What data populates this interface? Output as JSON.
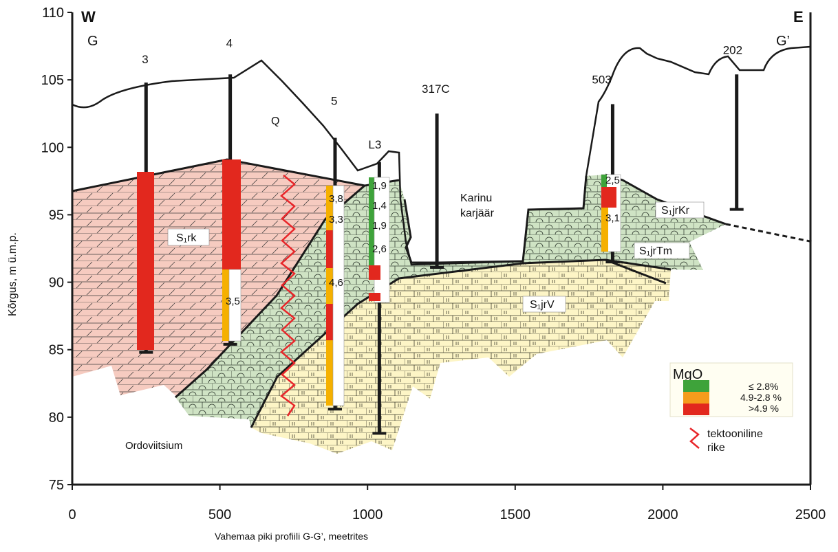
{
  "title_markers": {
    "west": "W",
    "east": "E",
    "profile_start": "G",
    "profile_end": "G’"
  },
  "axes": {
    "ylabel": "Kõrgus, m ü.m.p.",
    "xlabel": "Vahemaa piki profiili G-G’, meetrites",
    "y_ticks": [
      "110",
      "105",
      "100",
      "95",
      "90",
      "85",
      "80",
      "75"
    ],
    "x_ticks": [
      "0",
      "500",
      "1000",
      "1500",
      "2000",
      "2500"
    ],
    "x_range": [
      0,
      2500
    ],
    "y_range": [
      75,
      110
    ]
  },
  "wells": [
    {
      "id": "3",
      "x_m": 250,
      "top_m": 104.8,
      "bottom_m": 84.8
    },
    {
      "id": "4",
      "x_m": 535,
      "top_m": 105.4,
      "bottom_m": 85.4
    },
    {
      "id": "5",
      "x_m": 890,
      "top_m": 100.7,
      "bottom_m": 80.6
    },
    {
      "id": "L3",
      "x_m": 1040,
      "top_m": 98.9,
      "bottom_m": 78.8
    },
    {
      "id": "317C",
      "x_m": 1235,
      "top_m": 102.5,
      "bottom_m": 91.1
    },
    {
      "id": "503",
      "x_m": 1830,
      "top_m": 103.2,
      "bottom_m": 91.5
    },
    {
      "id": "202",
      "x_m": 2250,
      "top_m": 105.4,
      "bottom_m": 95.4
    }
  ],
  "mgo_values": [
    {
      "text": "3,5",
      "well": "4",
      "depth": 88.0
    },
    {
      "text": "3,8",
      "well": "5",
      "depth": 96.0
    },
    {
      "text": "3,3",
      "well": "5",
      "depth": 94.5
    },
    {
      "text": "4,6",
      "well": "5",
      "depth": 89.0
    },
    {
      "text": "1,9",
      "well": "L3",
      "depth": 97.0
    },
    {
      "text": "1,4",
      "well": "L3",
      "depth": 95.5
    },
    {
      "text": "1,9",
      "well": "L3",
      "depth": 94.0
    },
    {
      "text": "2,6",
      "well": "L3",
      "depth": 92.3
    },
    {
      "text": "2,5",
      "well": "503",
      "depth": 97.5
    },
    {
      "text": "3,1",
      "well": "503",
      "depth": 94.5
    }
  ],
  "units": {
    "rk": "S₁rk",
    "jrKr": "S₁jrKr",
    "jrTm": "S₁jrTm",
    "jrV": "S₁jrV",
    "quaternary": "Q",
    "ordovician": "Ordoviitsium",
    "quarry": "Karinu karjäär"
  },
  "legend": {
    "title": "MgO",
    "items": [
      {
        "label": "≤ 2.8%",
        "color": "#3ea33a"
      },
      {
        "label": "4.9-2.8 %",
        "color": "#f59c1c"
      },
      {
        "label": ">4.9 %",
        "color": "#e2281e"
      }
    ],
    "fault_label": "tektooniline rike"
  },
  "colors": {
    "rk_fill": "#f6cbc0",
    "green_fill": "#cfe3c4",
    "yellow_fill": "#fdf5c6",
    "high": "#e2281e",
    "mid": "#f5b000",
    "low": "#3ea33a",
    "fault": "#e8262a"
  }
}
